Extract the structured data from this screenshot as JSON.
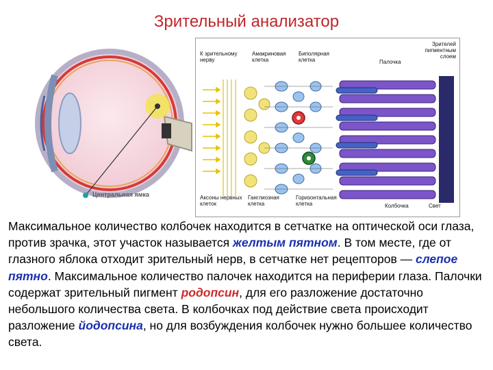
{
  "title": "Зрительный анализатор",
  "figure": {
    "eye_label": "Центральная ямка",
    "labels": {
      "optic_nerve": "К зрительному нерву",
      "amacrine": "Амакриновая клетка",
      "bipolar": "Биполярная клетка",
      "pigment": "Зрителей пигментным слоем",
      "rod": "Палочка",
      "axons": "Аксоны нервных клеток",
      "horizontal": "Ганглиозная клетка",
      "horizontal2": "Горизонтальная клетка",
      "cone": "Колбочка",
      "light": "Свет"
    }
  },
  "text": {
    "p1": "Максимальное количество колбочек находится в сетчатке на оптической оси глаза, против зрачка, этот участок называется ",
    "t1": "желтым пятном",
    "p2": ". В том месте, где от глазного яблока отходит зрительный нерв, в сетчатке нет рецепторов — ",
    "t2": "слепое пятно",
    "p3": ". Максимальное количество палочек находится на периферии глаза. Палочки содержат зрительный пигмент ",
    "t3": "родопсин",
    "p4": ", для его разложение достаточно небольшого количества света. В колбочках под действие света происходит разложение ",
    "t4": "йодопсина",
    "p5": ", но для возбуждения колбочек нужно большее количество света."
  }
}
